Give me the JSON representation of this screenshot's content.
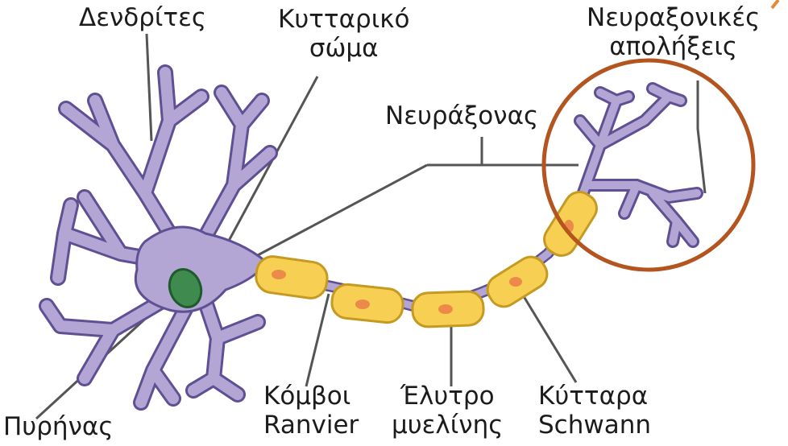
{
  "colors": {
    "neuron_fill": "#b3a6d4",
    "neuron_stroke": "#5f4f93",
    "nucleus": "#3e8a4f",
    "myelin": "#f7cf52",
    "myelin_stroke": "#c49a22",
    "myelin_nucleus": "#ec8a4a",
    "highlight_circle": "#b4541e",
    "leader_line": "#555555",
    "text": "#1c1c1c"
  },
  "labels": {
    "dendrites": "Δενδρίτες",
    "cell_body_1": "Κυτταρικό",
    "cell_body_2": "σώμα",
    "axon_terminals_1": "Νευραξονικές",
    "axon_terminals_2": "απολήξεις",
    "axon": "Νευράξονας",
    "nucleus": "Πυρήνας",
    "ranvier_1": "Κόμβοι",
    "ranvier_2": "Ranvier",
    "myelin_1": "Έλυτρο",
    "myelin_2": "μυελίνης",
    "schwann_1": "Κύτταρα",
    "schwann_2": "Schwann"
  }
}
